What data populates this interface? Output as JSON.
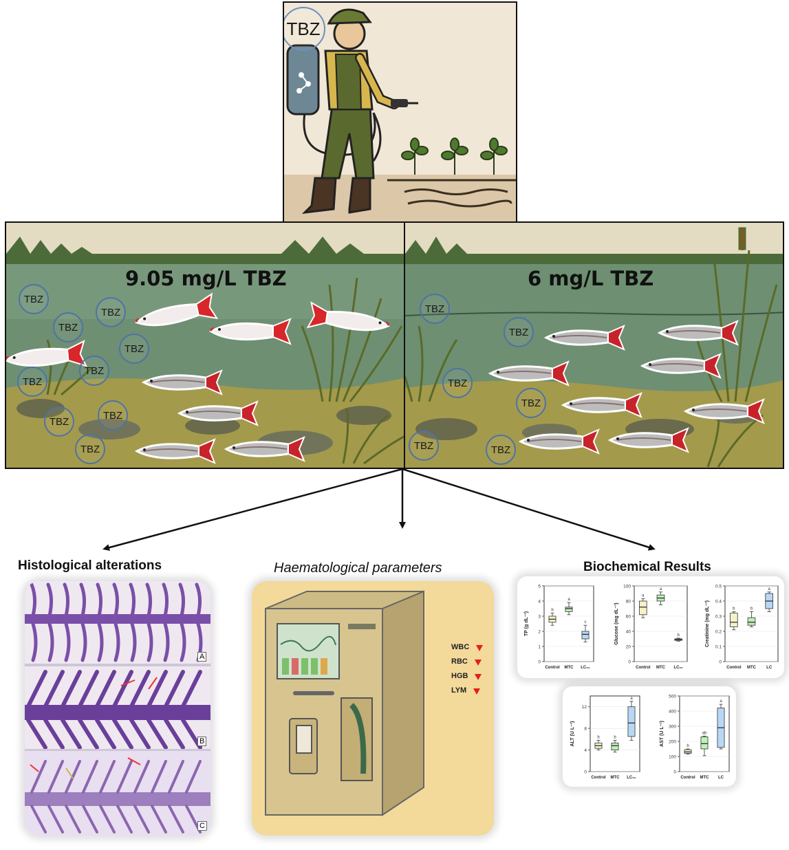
{
  "sprayer": {
    "label": "TBZ"
  },
  "left_tank": {
    "concentration": "9.05 mg/L TBZ",
    "tbz_marks": [
      "TBZ",
      "TBZ",
      "TBZ",
      "TBZ",
      "TBZ",
      "TBZ",
      "TBZ",
      "TBZ",
      "TBZ"
    ]
  },
  "right_tank": {
    "concentration": "6 mg/L TBZ",
    "tbz_marks": [
      "TBZ",
      "TBZ",
      "TBZ",
      "TBZ",
      "TBZ"
    ]
  },
  "sections": {
    "histology": {
      "title": "Histological alterations",
      "panels": [
        "A",
        "B",
        "C"
      ]
    },
    "haematology": {
      "title": "Haematological parameters",
      "params": [
        "WBC",
        "RBC",
        "HGB",
        "LYM"
      ]
    },
    "biochem": {
      "title": "Biochemical Results"
    }
  },
  "chart_data": [
    {
      "type": "box",
      "ylabel": "TP (g dL⁻¹)",
      "categories": [
        "Control",
        "MTC",
        "LC₅₀"
      ],
      "yticks": [
        0,
        1,
        2,
        3,
        4,
        5
      ],
      "ylim": [
        0,
        5
      ],
      "boxes": [
        {
          "min": 2.4,
          "q1": 2.6,
          "median": 2.8,
          "q3": 3.0,
          "max": 3.2,
          "letter": "b",
          "color": "#f5f2c8"
        },
        {
          "min": 3.1,
          "q1": 3.3,
          "median": 3.5,
          "q3": 3.6,
          "max": 3.9,
          "letter": "a",
          "color": "#bff0b8"
        },
        {
          "min": 1.3,
          "q1": 1.5,
          "median": 1.8,
          "q3": 2.0,
          "max": 2.4,
          "letter": "c",
          "color": "#b9d7f5"
        }
      ]
    },
    {
      "type": "box",
      "ylabel": "Glucose (mg dL⁻¹)",
      "categories": [
        "Control",
        "MTC",
        "LC₅₀"
      ],
      "yticks": [
        0,
        20,
        40,
        60,
        80,
        100
      ],
      "ylim": [
        0,
        100
      ],
      "boxes": [
        {
          "min": 58,
          "q1": 62,
          "median": 72,
          "q3": 80,
          "max": 83,
          "letter": "a",
          "color": "#f5f2c8"
        },
        {
          "min": 75,
          "q1": 80,
          "median": 84,
          "q3": 88,
          "max": 92,
          "letter": "a",
          "color": "#bff0b8"
        },
        {
          "min": 27,
          "q1": 28,
          "median": 29,
          "q3": 30,
          "max": 31,
          "letter": "b",
          "color": "#b9d7f5"
        }
      ]
    },
    {
      "type": "box",
      "ylabel": "Creatinine (mg dL⁻¹)",
      "categories": [
        "Control",
        "MTC",
        "LC"
      ],
      "yticks": [
        0,
        0.1,
        0.2,
        0.3,
        0.4,
        0.5
      ],
      "ylim": [
        0,
        0.5
      ],
      "boxes": [
        {
          "min": 0.21,
          "q1": 0.23,
          "median": 0.26,
          "q3": 0.32,
          "max": 0.33,
          "letter": "b",
          "color": "#f5f2c8"
        },
        {
          "min": 0.23,
          "q1": 0.24,
          "median": 0.26,
          "q3": 0.29,
          "max": 0.33,
          "letter": "b",
          "color": "#bff0b8"
        },
        {
          "min": 0.33,
          "q1": 0.35,
          "median": 0.4,
          "q3": 0.45,
          "max": 0.46,
          "letter": "a",
          "color": "#b9d7f5"
        }
      ]
    },
    {
      "type": "box",
      "ylabel": "ALT (U L⁻¹)",
      "categories": [
        "Control",
        "MTC",
        "LC₅₀"
      ],
      "yticks": [
        0,
        4,
        8,
        12
      ],
      "ylim": [
        0,
        14
      ],
      "boxes": [
        {
          "min": 4.0,
          "q1": 4.3,
          "median": 4.8,
          "q3": 5.3,
          "max": 5.8,
          "letter": "b",
          "color": "#f5f2c8"
        },
        {
          "min": 3.6,
          "q1": 4.0,
          "median": 4.8,
          "q3": 5.3,
          "max": 5.8,
          "letter": "b",
          "color": "#bff0b8"
        },
        {
          "min": 5.8,
          "q1": 6.5,
          "median": 9.0,
          "q3": 12.0,
          "max": 13.0,
          "letter": "a",
          "color": "#b9d7f5"
        }
      ]
    },
    {
      "type": "box",
      "ylabel": "AST (U L⁻¹)",
      "categories": [
        "Control",
        "MTC",
        "LC"
      ],
      "yticks": [
        0,
        100,
        200,
        300,
        400,
        500
      ],
      "ylim": [
        0,
        500
      ],
      "boxes": [
        {
          "min": 115,
          "q1": 120,
          "median": 130,
          "q3": 145,
          "max": 150,
          "letter": "b",
          "color": "#f5f2c8"
        },
        {
          "min": 105,
          "q1": 150,
          "median": 185,
          "q3": 230,
          "max": 235,
          "letter": "ab",
          "color": "#bff0b8"
        },
        {
          "min": 150,
          "q1": 160,
          "median": 290,
          "q3": 420,
          "max": 445,
          "letter": "a",
          "color": "#b9d7f5"
        }
      ]
    }
  ]
}
